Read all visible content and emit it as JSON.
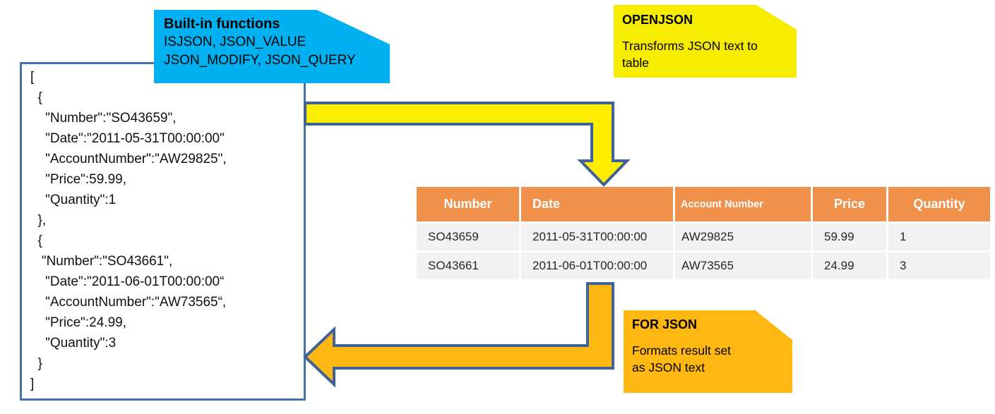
{
  "colors": {
    "cyan": "#00B0F0",
    "yellow": "#F5EC00",
    "arrow_yellow": "#FFED00",
    "orange": "#FFB711",
    "table_header_orange": "#F0914B",
    "row_gray": "#F2F2F2",
    "border_blue": "#4573A8",
    "arrow_stroke_blue": "#3F6397"
  },
  "callouts": {
    "builtin": {
      "title": "Built-in functions",
      "body": "ISJSON, JSON_VALUE\nJSON_MODIFY, JSON_QUERY"
    },
    "openjson": {
      "title": "OPENJSON",
      "body": "Transforms JSON text to\ntable"
    },
    "forjson": {
      "title": "FOR JSON",
      "body": "Formats result set\nas JSON text"
    }
  },
  "json_document": {
    "lines": [
      "[",
      "  {",
      "    \"Number\":\"SO43659\",",
      "    \"Date\":\"2011-05-31T00:00:00\"",
      "    \"AccountNumber\":\"AW29825\",",
      "    \"Price\":59.99,",
      "    \"Quantity\":1",
      "  },",
      "  {",
      "   \"Number\":\"SO43661\",",
      "    \"Date\":\"2011-06-01T00:00:00“",
      "    \"AccountNumber\":\"AW73565“,",
      "    \"Price\":24.99,",
      "    \"Quantity\":3",
      "  }",
      "]"
    ]
  },
  "table": {
    "columns": [
      "Number",
      "Date",
      "Account Number",
      "Price",
      "Quantity"
    ],
    "rows": [
      [
        "SO43659",
        "2011-05-31T00:00:00",
        "AW29825",
        "59.99",
        "1"
      ],
      [
        "SO43661",
        "2011-06-01T00:00:00",
        "AW73565",
        "24.99",
        "3"
      ]
    ]
  }
}
